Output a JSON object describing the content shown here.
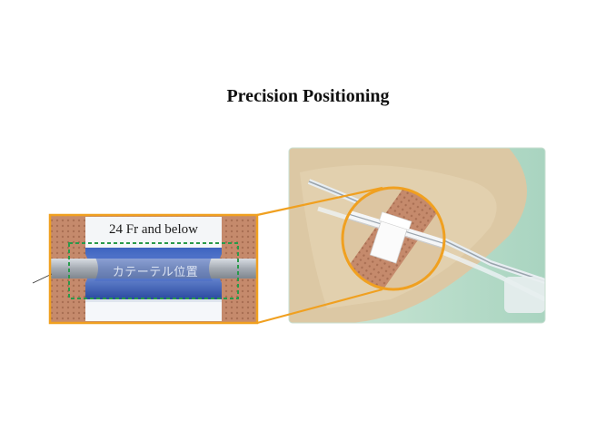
{
  "title": "Precision Positioning",
  "detail": {
    "size_label": "24 Fr and below",
    "catheter_position_label": "カテーテル位置"
  },
  "colors": {
    "accent_orange": "#f0a020",
    "dressing_blue": "#2c4fa8",
    "skin_tan": "#c98a6a",
    "guide_green": "#2a9a4a",
    "photo_background": "#b9dcc8"
  },
  "icons": [
    "magnifier-circle",
    "dashed-guide-box"
  ]
}
